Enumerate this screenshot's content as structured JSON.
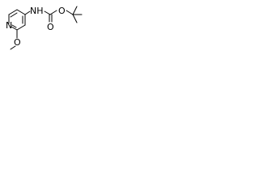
{
  "molecule": {
    "atoms": {
      "ring_nitrogen": "N",
      "methoxy_oxygen": "O",
      "amide_nh": "NH",
      "carbonyl_oxygen": "O",
      "ester_oxygen": "O"
    },
    "colors": {
      "bond": "#000000",
      "label": "#000000",
      "background": "#ffffff"
    }
  }
}
